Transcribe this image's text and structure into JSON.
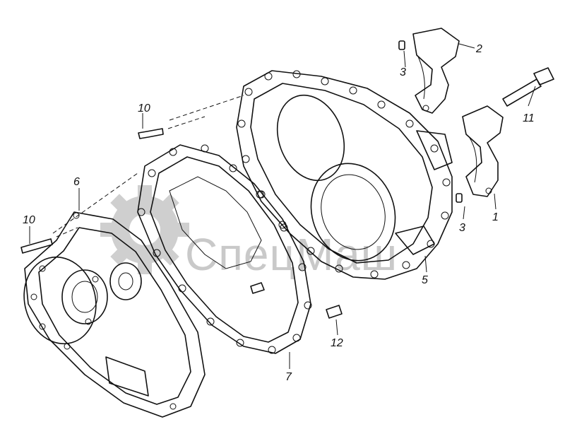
{
  "watermark": {
    "text": "СпецМаш"
  },
  "callouts": {
    "c1": "1",
    "c2": "2",
    "c3a": "3",
    "c3b": "3",
    "c5": "5",
    "c6": "6",
    "c7": "7",
    "c10a": "10",
    "c10b": "10",
    "c11": "11",
    "c12": "12"
  }
}
